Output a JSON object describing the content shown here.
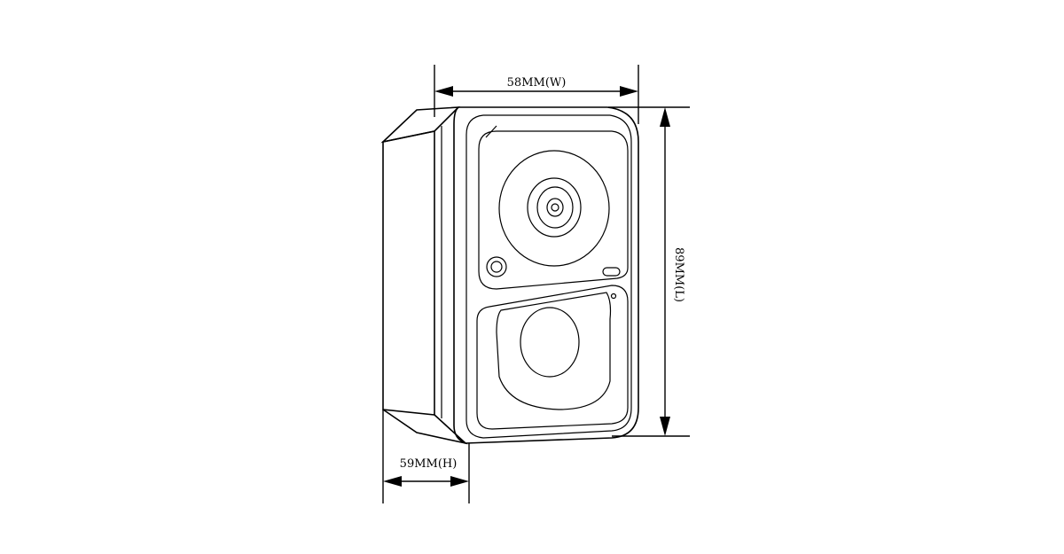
{
  "dimensions": {
    "width_label": "58MM(W)",
    "length_label": "89MM(L)",
    "height_label": "59MM(H)"
  },
  "colors": {
    "line": "#000000",
    "background": "#ffffff"
  }
}
